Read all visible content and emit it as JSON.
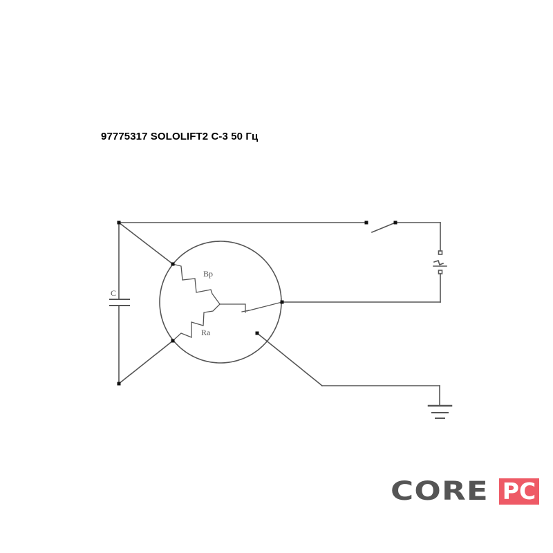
{
  "title": "97775317 SOLOLIFT2 C-3 50 Гц",
  "schematic": {
    "capacitor_label": "C",
    "winding_labels": {
      "upper": "Bp",
      "lower": "Ra"
    },
    "components": [
      "capacitor",
      "motor-windings",
      "centrifugal-switch",
      "line-switch",
      "thermal-switch",
      "ground"
    ],
    "colors": {
      "wire": "#555555",
      "node": "#111111"
    }
  },
  "logo": {
    "part1": "CORE",
    "part2": "PC",
    "colors": {
      "core": "#555555",
      "pc_bg": "#ee5a66",
      "pc_text": "#ffffff"
    }
  }
}
